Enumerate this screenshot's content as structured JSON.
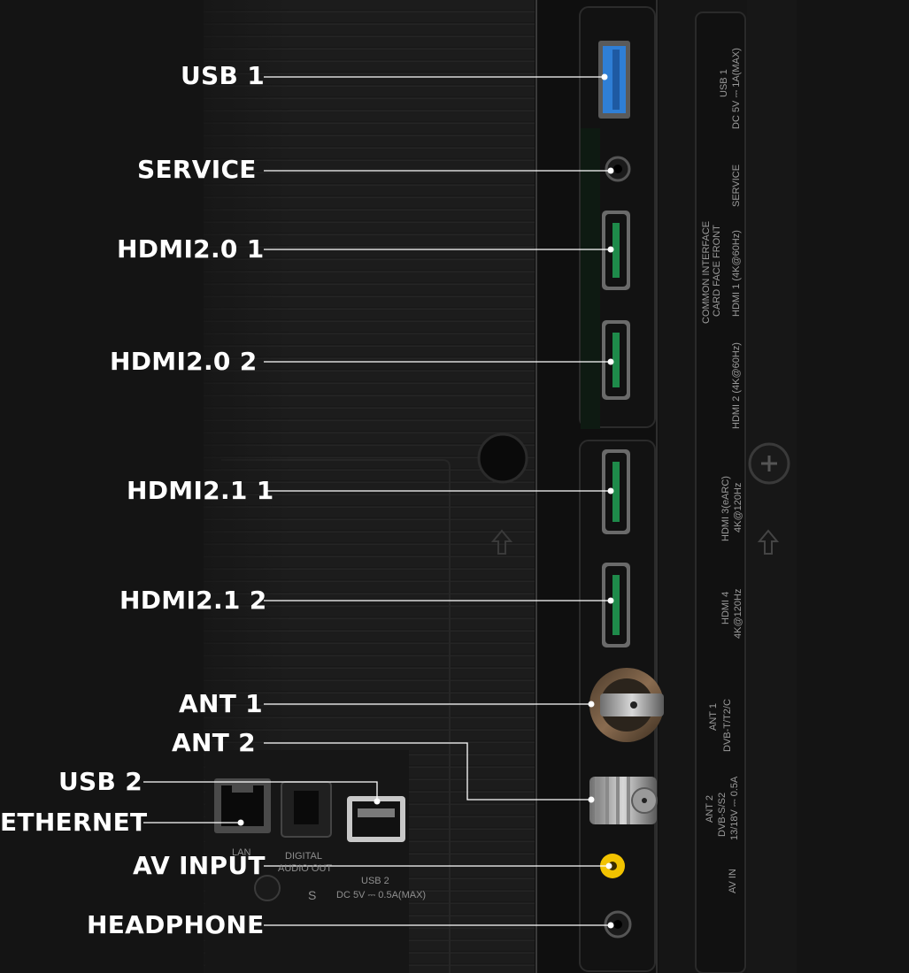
{
  "callouts": {
    "usb1": "USB 1",
    "service": "SERVICE",
    "hdmi20_1": "HDMI2.0 1",
    "hdmi20_2": "HDMI2.0 2",
    "hdmi21_1": "HDMI2.1 1",
    "hdmi21_2": "HDMI2.1 2",
    "ant1": "ANT 1",
    "ant2": "ANT 2",
    "usb2": "USB 2",
    "ethernet": "ETHERNET",
    "av_input": "AV INPUT",
    "headphone": "HEADPHONE"
  },
  "panel_labels": {
    "usb1_a": "USB 1",
    "usb1_b": "DC 5V ⎓ 1A(MAX)",
    "service": "SERVICE",
    "hdmi1": "HDMI 1 (4K@60Hz)",
    "common_interface": "COMMON INTERFACE",
    "card_face": "CARD FACE FRONT",
    "hdmi2": "HDMI 2 (4K@60Hz)",
    "hdmi3_a": "HDMI 3(eARC)",
    "hdmi3_b": "4K@120Hz",
    "hdmi4_a": "HDMI 4",
    "hdmi4_b": "4K@120Hz",
    "ant1_a": "ANT 1",
    "ant1_b": "DVB-T/T2/C",
    "ant2_a": "ANT 2",
    "ant2_b": "DVB-S/S2",
    "ant2_c": "13/18V ⎓ 0.5A",
    "av_in": "AV IN",
    "lan": "LAN",
    "digital": "DIGITAL",
    "audio_out": "AUDIO OUT",
    "usb2_a": "USB 2",
    "usb2_b": "DC 5V ⎓ 0.5A(MAX)",
    "s_mark": "S"
  },
  "colors": {
    "background": "#141414",
    "usb3_blue": "#2f7fd6",
    "av_yellow": "#f2c300",
    "leader_line": "#ffffff"
  }
}
